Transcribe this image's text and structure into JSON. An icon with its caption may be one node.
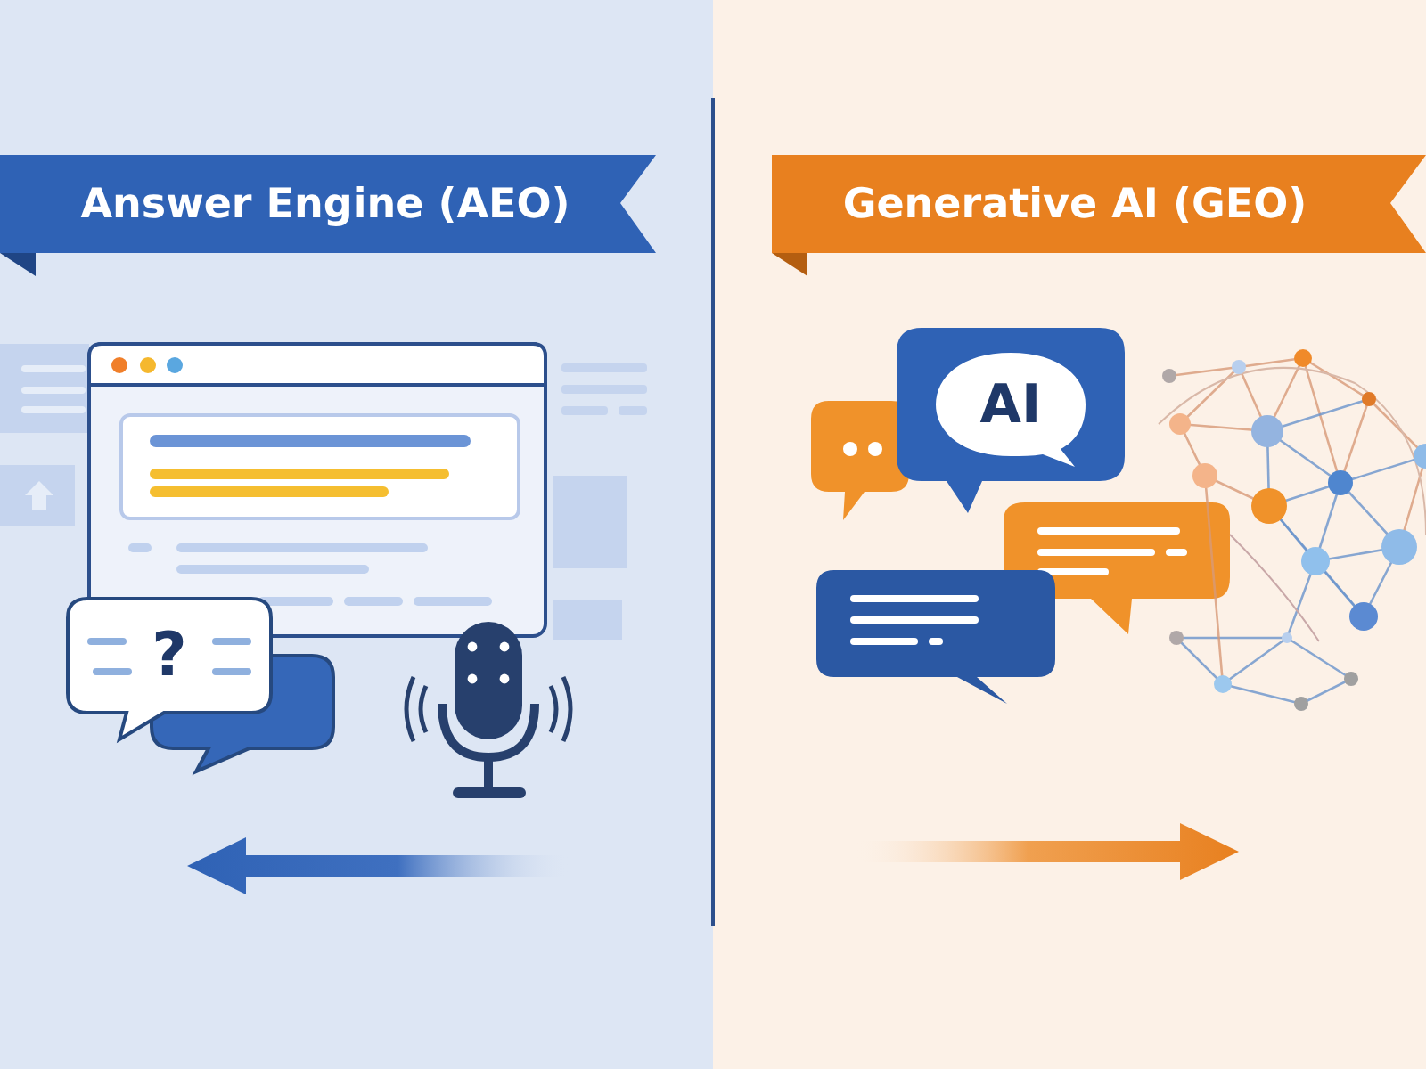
{
  "diagram": {
    "nodes": [
      {
        "text": [
          "Answer Engine (AEO)"
        ]
      },
      {
        "text": [
          "Generative AI (GEO)"
        ]
      },
      {
        "text": [
          "?"
        ]
      },
      {
        "text": [
          "AI"
        ]
      }
    ]
  }
}
